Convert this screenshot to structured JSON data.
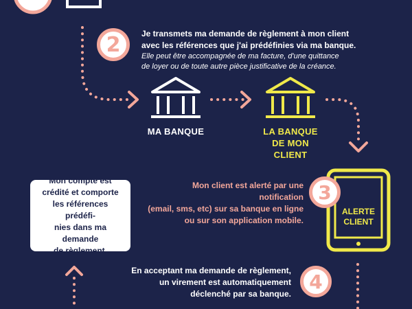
{
  "colors": {
    "background": "#1c2349",
    "accent_pink": "#f3a79a",
    "accent_yellow": "#f0e94a",
    "white": "#ffffff"
  },
  "steps": [
    {
      "number": "2",
      "title_lines": "Je transmets ma demande de règlement à mon client\navec les références que j'ai prédéfinies via ma banque.",
      "note_lines": "Elle peut être accompagnée de ma facture, d'une quittance\nde loyer ou de toute autre pièce justificative de la créance."
    },
    {
      "number": "3",
      "text_lines": "Mon client est alerté par une notification\n(email, sms, etc) sur sa banque en ligne\nou sur son application mobile."
    },
    {
      "number": "4",
      "text_lines": "En acceptant ma demande de règlement,\nun virement est automatiquement\ndéclenché par sa banque."
    }
  ],
  "banks": {
    "mine": {
      "label": "MA BANQUE",
      "icon": "bank-icon"
    },
    "client": {
      "label_lines": "LA BANQUE\nDE MON CLIENT",
      "icon": "bank-icon"
    }
  },
  "tablet": {
    "label_lines": "ALERTE\nCLIENT",
    "icon": "tablet-icon"
  },
  "credit_card": {
    "text_lines": "Mon compte est\ncrédité et comporte\nles références prédéfi-\nnies dans ma demande\nde règlement."
  }
}
